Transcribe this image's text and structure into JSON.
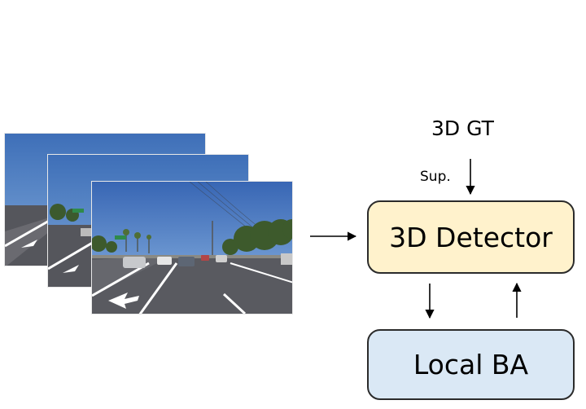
{
  "diagram": {
    "gt_label": "3D GT",
    "sup_label": "Sup.",
    "detector_label": "3D Detector",
    "local_ba_label": "Local BA",
    "frames_description_icon": "road-scene-photo"
  },
  "colors": {
    "detector_fill": "#fff2cc",
    "local_ba_fill": "#dae8f5",
    "stroke": "#2b2b2b"
  }
}
